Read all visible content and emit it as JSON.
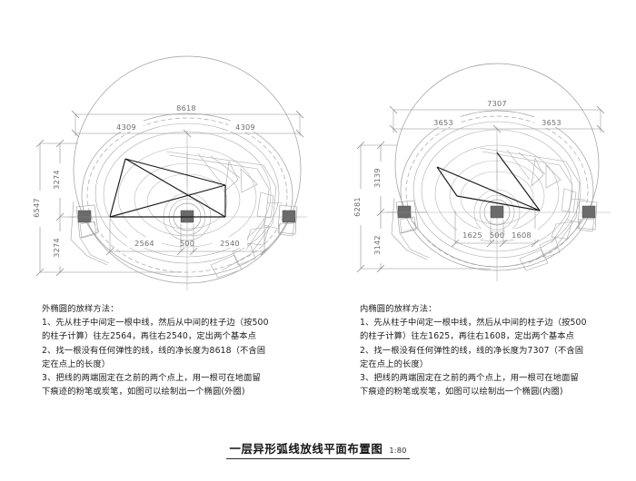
{
  "document": {
    "title": "一层异形弧线放线平面布置图",
    "scale": "1:80",
    "background_color": "#ffffff",
    "line_color_light": "#9a9a9a",
    "line_color_dim": "#8c8c8c",
    "line_color_heavy": "#1a1a1a",
    "column_fill_color": "#6b6b6b",
    "text_color": "#1d1d1d"
  },
  "drawings": [
    {
      "id": "outer-ellipse-plan",
      "position": "left",
      "dimensions": {
        "top_overall": "8618",
        "top_left_half": "4309",
        "top_right_half": "4309",
        "left_overall": "6547",
        "left_upper_half": "3274",
        "left_lower_half": "3274",
        "bottom_left": "2564",
        "bottom_center": "500",
        "bottom_right": "2540"
      }
    },
    {
      "id": "inner-ellipse-plan",
      "position": "right",
      "dimensions": {
        "top_overall": "7307",
        "top_left_half": "3653",
        "top_right_half": "3653",
        "left_overall": "6281",
        "left_upper_half": "3139",
        "left_lower_half": "3142",
        "bottom_left": "1625",
        "bottom_center": "500",
        "bottom_right": "1608"
      }
    }
  ],
  "notes": {
    "left": "外椭圆的放样方法：\n1、先从柱子中间定一根中线，然后从中间的柱子边（按500\n的柱子计算）往左2564，再往右2540，定出两个基本点\n2、找一根没有任何弹性的线，线的净长度为8618（不含固\n定在点上的长度）\n3、把线的两端固定在之前的两个点上，用一根可在地面留\n下痕迹的粉笔或炭笔，如图可以绘制出一个椭圆(外圈)",
    "right": "内椭圆的放样方法：\n1、先从柱子中间定一根中线，然后从中间的柱子边（按500\n的柱子计算）往左1625，再往右1608，定出两个基本点\n2、找一根没有任何弹性的线，线的净长度为7307（不含固\n定在点上的长度）\n3、把线的两端固定在之前的两个点上，用一根可在地面留\n下痕迹的粉笔或炭笔，如图可以绘制出一个椭圆(内圈)"
  }
}
